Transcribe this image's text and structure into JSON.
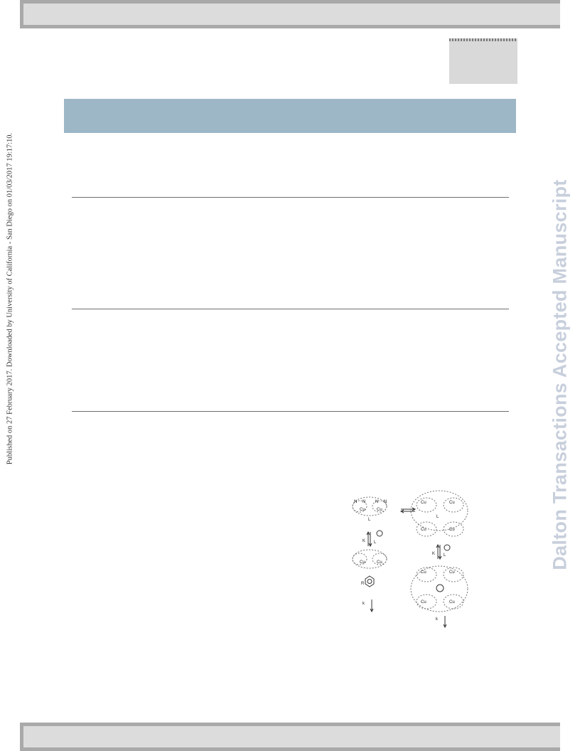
{
  "sidebar_left": {
    "text": "Published on 27 February 2017. Downloaded by University of California - San Diego on 01/03/2017 19:17:10."
  },
  "watermark": {
    "text": "Dalton Transactions Accepted Manuscript"
  },
  "scheme": {
    "cu_label": "Cu",
    "charge": "2+",
    "n_label": "N",
    "ligand_label": "L",
    "r_label": "R",
    "k_label": "K",
    "kcat_label": "k",
    "kcat_sub": "cat"
  }
}
